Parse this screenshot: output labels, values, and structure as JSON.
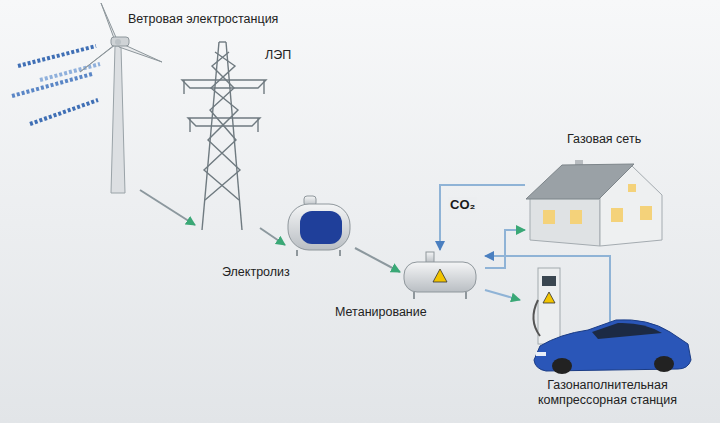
{
  "diagram": {
    "nodes": [
      {
        "text": [
          "Ветровая электростанция"
        ]
      },
      {
        "text": [
          "ЛЭП"
        ]
      },
      {
        "text": [
          "Электролиз"
        ]
      },
      {
        "text": [
          "Метанирование"
        ]
      },
      {
        "text": [
          "Газовая сеть"
        ]
      },
      {
        "text": [
          "Газонаполнительная компрессорная станция"
        ]
      }
    ],
    "edges": [
      {
        "from": 0,
        "to": 1,
        "arrow": "to"
      },
      {
        "from": 1,
        "to": 2,
        "arrow": "to"
      },
      {
        "from": 2,
        "to": 3,
        "arrow": "to"
      },
      {
        "from": 3,
        "to": 4,
        "arrow": "to"
      },
      {
        "from": 3,
        "to": 5,
        "arrow": "to"
      },
      {
        "from": 4,
        "to": 3,
        "label": "CO₂",
        "arrow": "to"
      },
      {
        "from": 5,
        "to": 3,
        "arrow": "to"
      }
    ]
  }
}
